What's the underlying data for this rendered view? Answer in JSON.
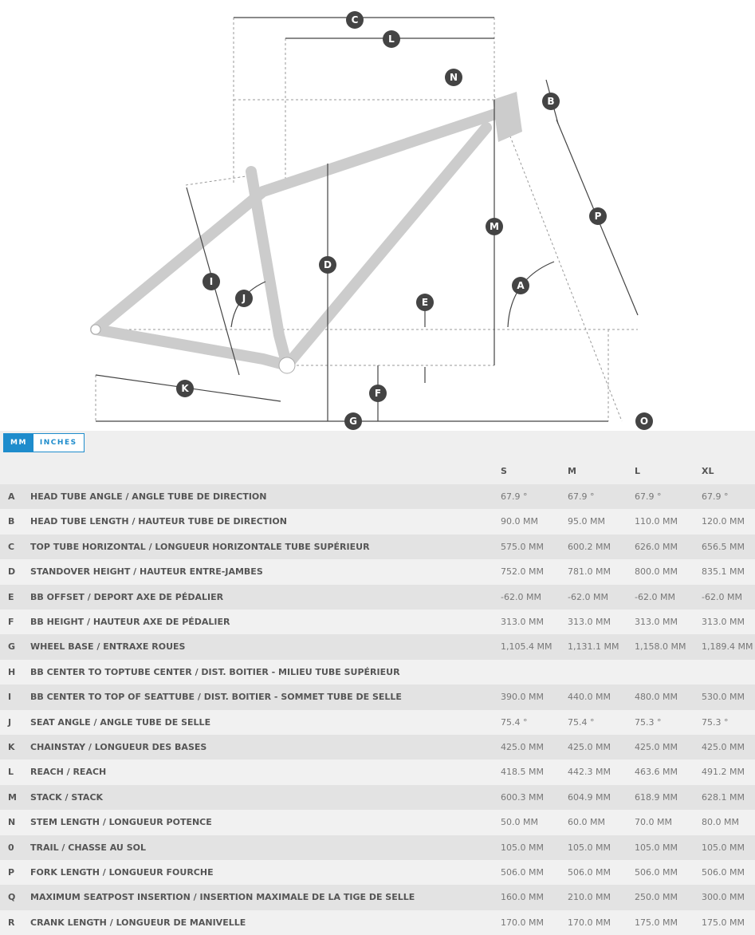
{
  "diagram": {
    "labels": [
      "A",
      "B",
      "C",
      "D",
      "E",
      "F",
      "G",
      "I",
      "J",
      "K",
      "L",
      "M",
      "N",
      "O",
      "P"
    ]
  },
  "tabs": {
    "mm": "MM",
    "inches": "INCHES"
  },
  "table": {
    "headers": [
      "S",
      "M",
      "L",
      "XL"
    ],
    "rows": [
      {
        "key": "A",
        "label": "HEAD TUBE ANGLE / ANGLE TUBE DE DIRECTION",
        "values": [
          "67.9 °",
          "67.9 °",
          "67.9 °",
          "67.9 °"
        ]
      },
      {
        "key": "B",
        "label": "HEAD TUBE LENGTH / HAUTEUR TUBE DE DIRECTION",
        "values": [
          "90.0 MM",
          "95.0 MM",
          "110.0 MM",
          "120.0 MM"
        ]
      },
      {
        "key": "C",
        "label": "TOP TUBE HORIZONTAL / LONGUEUR HORIZONTALE TUBE SUPÉRIEUR",
        "values": [
          "575.0 MM",
          "600.2 MM",
          "626.0 MM",
          "656.5 MM"
        ]
      },
      {
        "key": "D",
        "label": "STANDOVER HEIGHT / HAUTEUR ENTRE-JAMBES",
        "values": [
          "752.0 MM",
          "781.0 MM",
          "800.0 MM",
          "835.1 MM"
        ]
      },
      {
        "key": "E",
        "label": "BB OFFSET / DEPORT AXE DE PÉDALIER",
        "values": [
          "-62.0 MM",
          "-62.0 MM",
          "-62.0 MM",
          "-62.0 MM"
        ]
      },
      {
        "key": "F",
        "label": "BB HEIGHT / HAUTEUR AXE DE PÉDALIER",
        "values": [
          "313.0 MM",
          "313.0 MM",
          "313.0 MM",
          "313.0 MM"
        ]
      },
      {
        "key": "G",
        "label": "WHEEL BASE / ENTRAXE ROUES",
        "values": [
          "1,105.4 MM",
          "1,131.1 MM",
          "1,158.0 MM",
          "1,189.4 MM"
        ]
      },
      {
        "key": "H",
        "label": "BB CENTER TO TOPTUBE CENTER / DIST. BOITIER - MILIEU TUBE SUPÉRIEUR",
        "values": [
          "",
          "",
          "",
          ""
        ]
      },
      {
        "key": "I",
        "label": "BB CENTER TO TOP OF SEATTUBE / DIST. BOITIER - SOMMET TUBE DE SELLE",
        "values": [
          "390.0 MM",
          "440.0 MM",
          "480.0 MM",
          "530.0 MM"
        ]
      },
      {
        "key": "J",
        "label": "SEAT ANGLE / ANGLE TUBE DE SELLE",
        "values": [
          "75.4 °",
          "75.4 °",
          "75.3 °",
          "75.3 °"
        ]
      },
      {
        "key": "K",
        "label": "CHAINSTAY / LONGUEUR DES BASES",
        "values": [
          "425.0 MM",
          "425.0 MM",
          "425.0 MM",
          "425.0 MM"
        ]
      },
      {
        "key": "L",
        "label": "REACH / REACH",
        "values": [
          "418.5 MM",
          "442.3 MM",
          "463.6 MM",
          "491.2 MM"
        ]
      },
      {
        "key": "M",
        "label": "STACK / STACK",
        "values": [
          "600.3 MM",
          "604.9 MM",
          "618.9 MM",
          "628.1 MM"
        ]
      },
      {
        "key": "N",
        "label": "STEM LENGTH / LONGUEUR POTENCE",
        "values": [
          "50.0 MM",
          "60.0 MM",
          "70.0 MM",
          "80.0 MM"
        ]
      },
      {
        "key": "0",
        "label": "TRAIL / CHASSE AU SOL",
        "values": [
          "105.0 MM",
          "105.0 MM",
          "105.0 MM",
          "105.0 MM"
        ]
      },
      {
        "key": "P",
        "label": "FORK LENGTH / LONGUEUR FOURCHE",
        "values": [
          "506.0 MM",
          "506.0 MM",
          "506.0 MM",
          "506.0 MM"
        ]
      },
      {
        "key": "Q",
        "label": "MAXIMUM SEATPOST INSERTION / INSERTION MAXIMALE DE LA TIGE DE SELLE",
        "values": [
          "160.0 MM",
          "210.0 MM",
          "250.0 MM",
          "300.0 MM"
        ]
      },
      {
        "key": "R",
        "label": "CRANK LENGTH / LONGUEUR DE MANIVELLE",
        "values": [
          "170.0 MM",
          "170.0 MM",
          "175.0 MM",
          "175.0 MM"
        ]
      }
    ]
  }
}
